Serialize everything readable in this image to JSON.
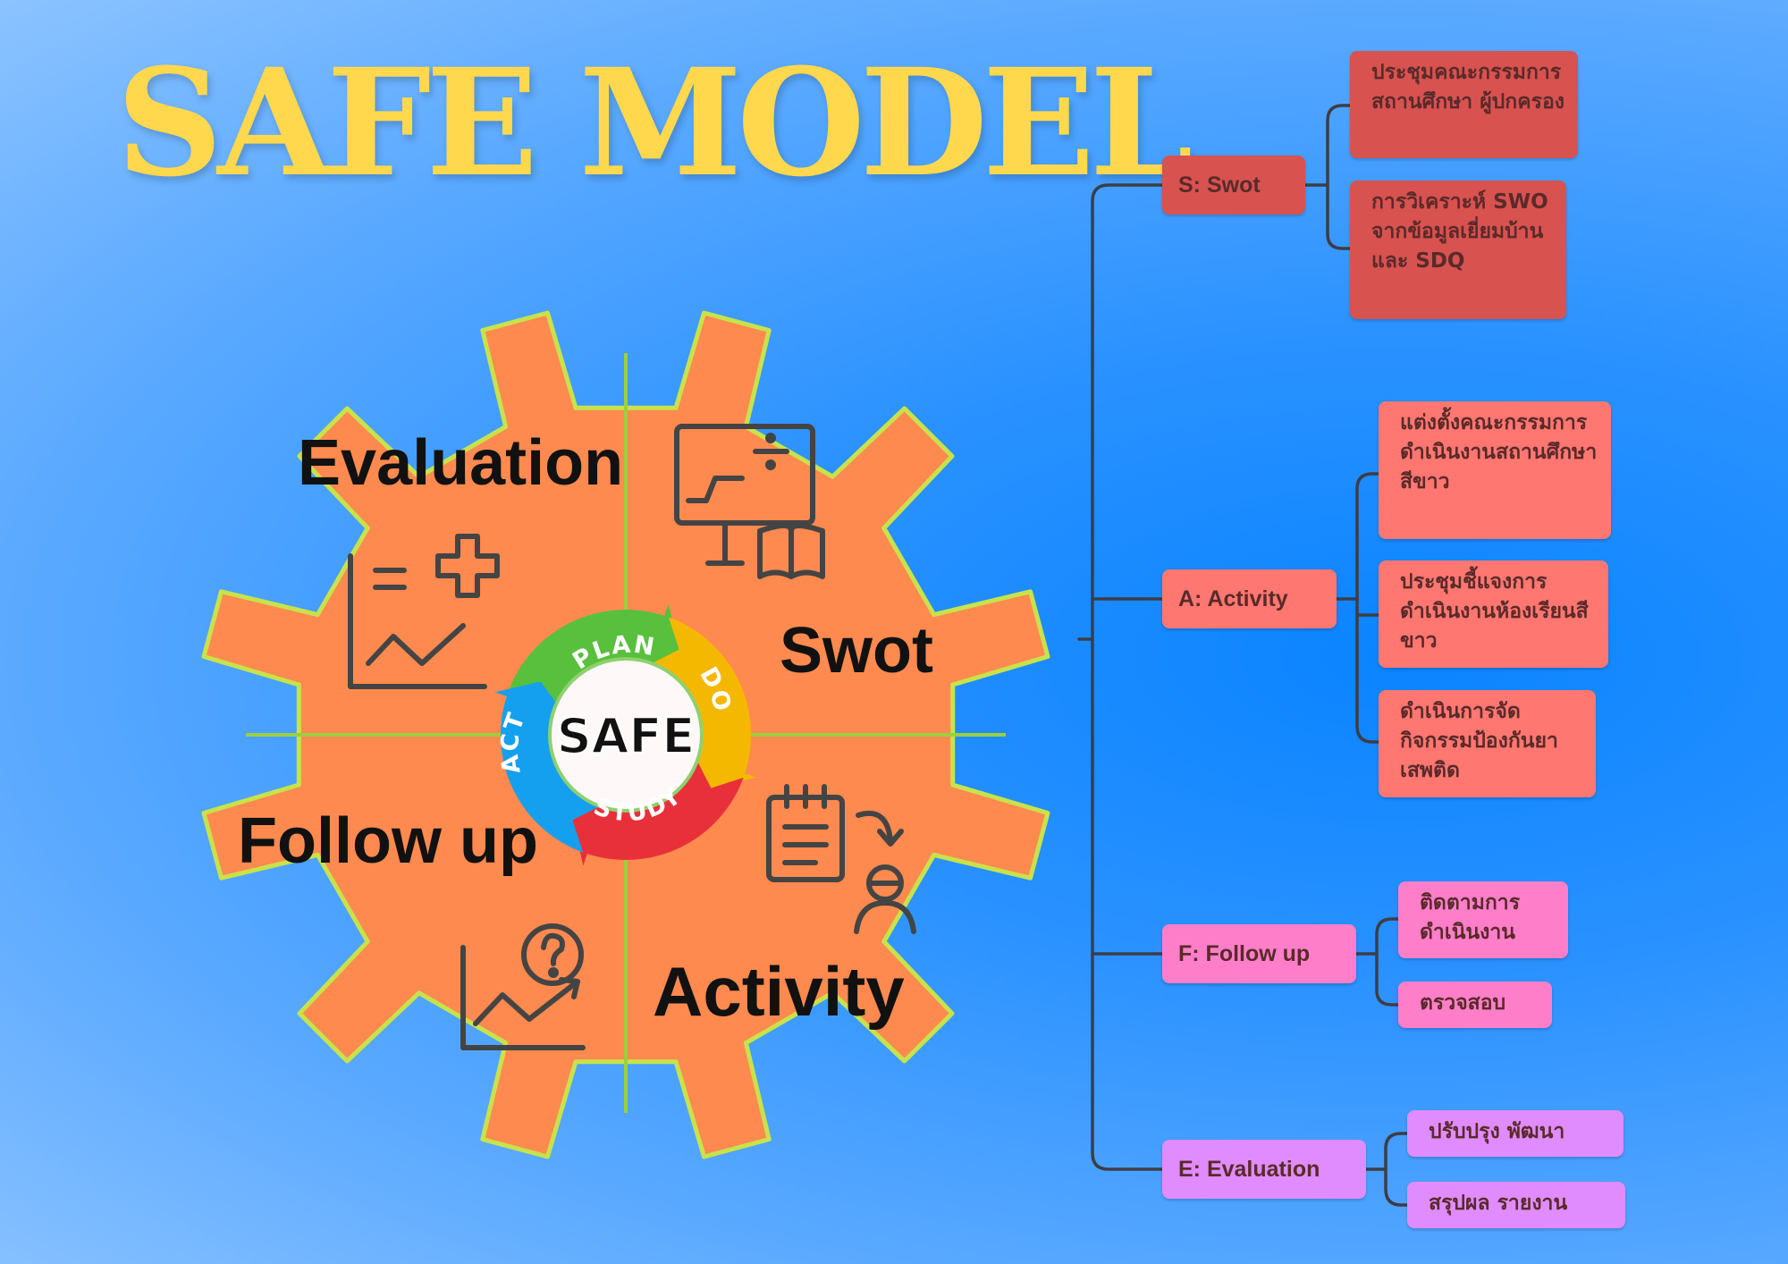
{
  "title": "SAFE MODEL",
  "gear": {
    "center_text": "SAFE",
    "cycle": [
      "PLAN",
      "DO",
      "STUDY",
      "ACT"
    ],
    "quadrants": {
      "top_left": "Evaluation",
      "top_right": "Swot",
      "bottom_left": "Follow up",
      "bottom_right": "Activity"
    }
  },
  "tree": {
    "branches": [
      {
        "label": "S: Swot",
        "leaves": [
          "ประชุมคณะกรรมการสถานศึกษา ผู้ปกครอง",
          "การวิเคราะห์ SWO จากข้อมูลเยี่ยมบ้าน และ SDQ"
        ]
      },
      {
        "label": "A: Activity",
        "leaves": [
          "แต่งตั้งคณะกรรมการดำเนินงานสถานศึกษาสีขาว",
          "ประชุมชี้แจงการดำเนินงานห้องเรียนสีขาว",
          "ดำเนินการจัดกิจกรรมป้องกันยาเสพติด"
        ]
      },
      {
        "label": "F: Follow up",
        "leaves": [
          "ติดตามการดำเนินงาน",
          "ตรวจสอบ"
        ]
      },
      {
        "label": "E: Evaluation",
        "leaves": [
          "ปรับปรุง พัฒนา",
          "สรุปผล รายงาน"
        ]
      }
    ]
  },
  "colors": {
    "background": "#0a84ff",
    "title": "#ffd84d",
    "gear": "#ff8a4f",
    "gear_outline": "#c8e24a",
    "branch_s": "#d8524f",
    "branch_a": "#ff7770",
    "branch_f": "#ff7ec9",
    "branch_e": "#e08cff",
    "plan": "#58c03c",
    "do": "#f5b800",
    "study": "#e8303a",
    "act": "#15a0ef"
  },
  "icons": [
    "whiteboard-book-icon",
    "chart-plus-icon",
    "chart-question-icon",
    "clipboard-person-icon"
  ]
}
